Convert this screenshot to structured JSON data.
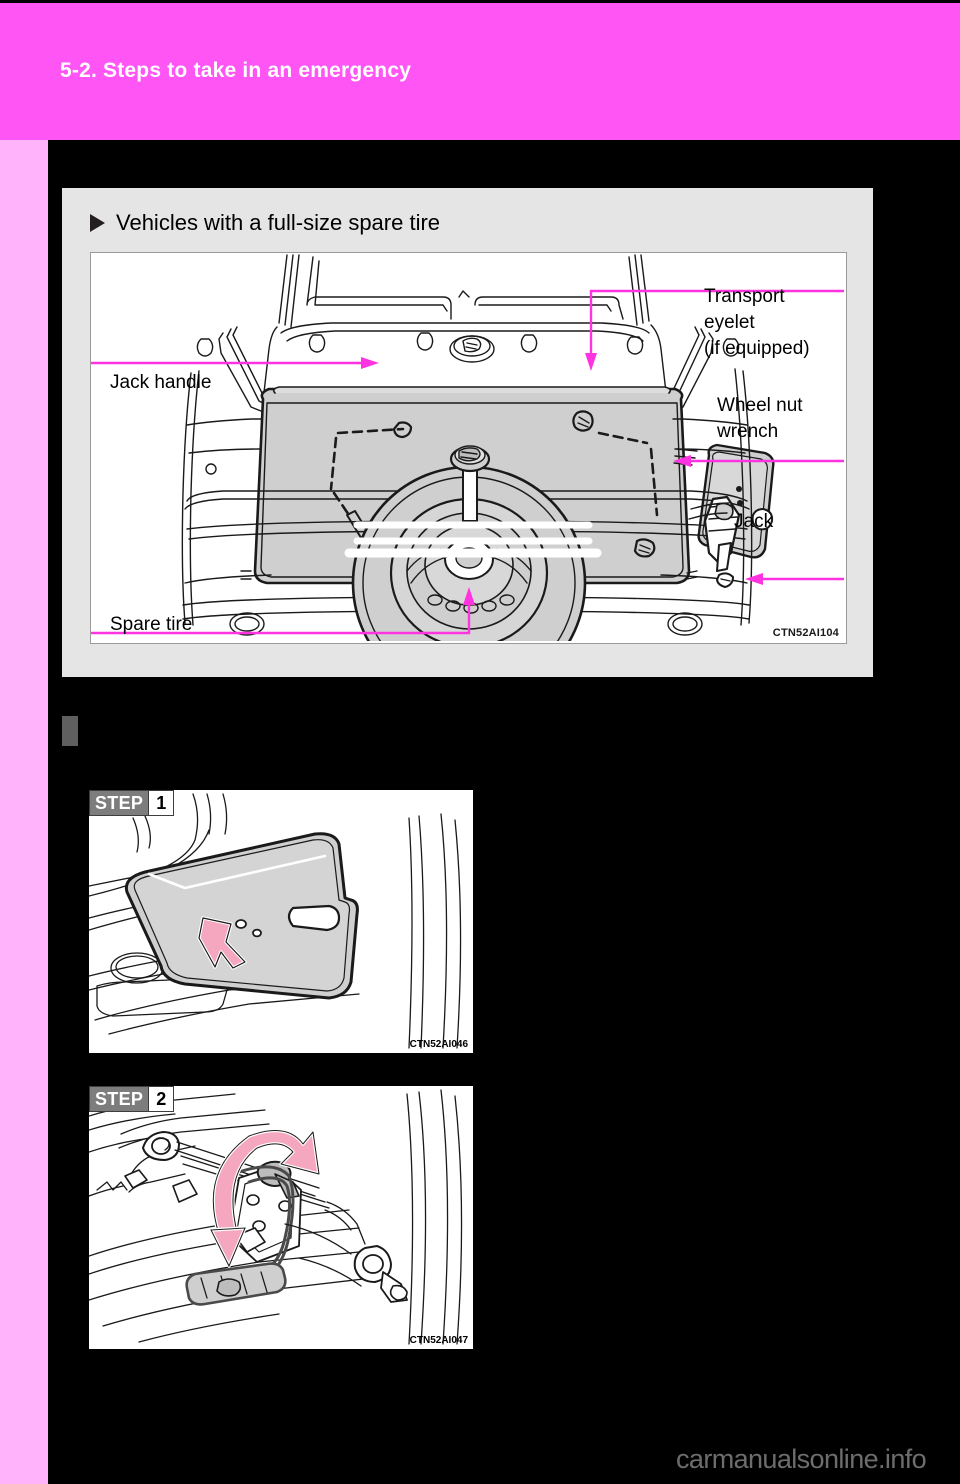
{
  "page": {
    "chapter_header": "5-2. Steps to take in an emergency",
    "header_color": "#ff55f5",
    "side_strip_color": "#ffb3fb",
    "panel_color": "#e5e5e5",
    "background_color": "#000000",
    "callout_line_color": "#ff33e0",
    "arrow_fill_color": "#f4a7be"
  },
  "section": {
    "heading": "Vehicles with a full-size spare tire",
    "heading_marker_icon": "triangle-right-icon"
  },
  "main_figure": {
    "code": "CTN52AI104",
    "callouts": [
      {
        "id": "transport-eyelet",
        "label": "Transport\neyelet\n(if equipped)"
      },
      {
        "id": "jack-handle",
        "label": "Jack handle"
      },
      {
        "id": "wheel-nut-wrench",
        "label": "Wheel nut\nwrench"
      },
      {
        "id": "jack",
        "label": "Jack"
      },
      {
        "id": "spare-tire",
        "label": "Spare tire"
      }
    ]
  },
  "steps": [
    {
      "word": "STEP",
      "number": "1",
      "code": "CTN52AI046"
    },
    {
      "word": "STEP",
      "number": "2",
      "code": "CTN52AI047"
    }
  ],
  "watermark": "carmanualsonline.info"
}
